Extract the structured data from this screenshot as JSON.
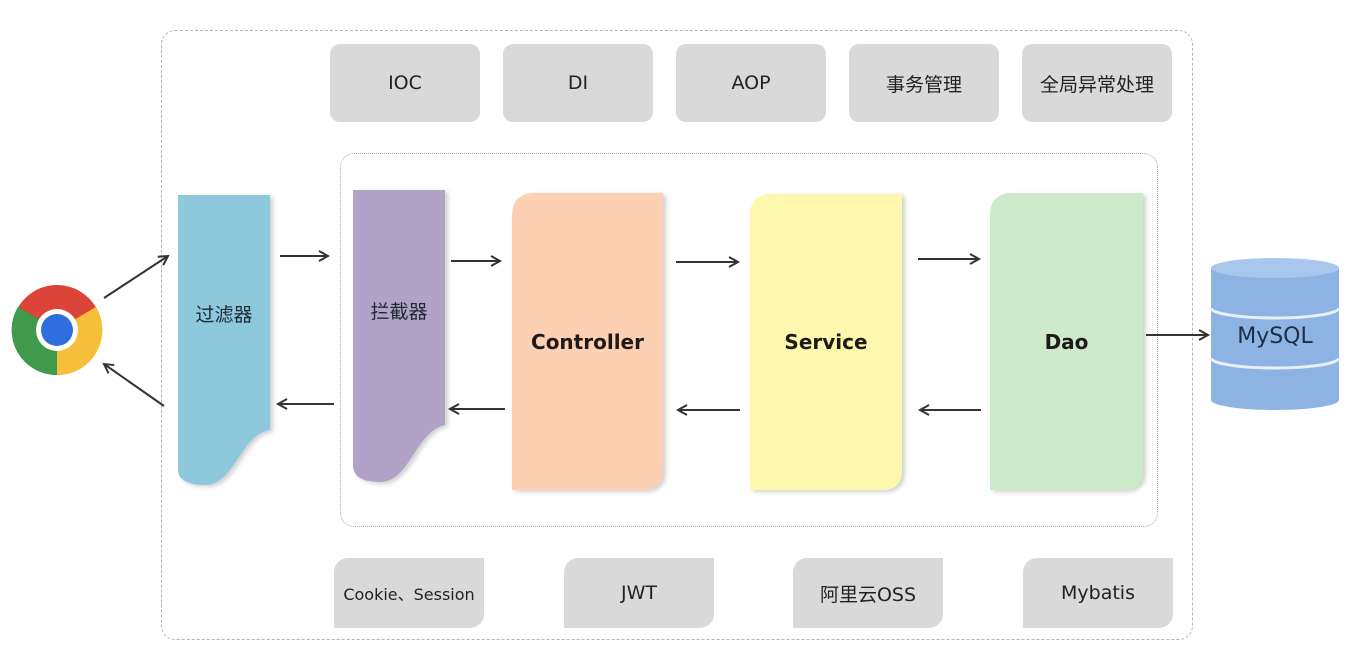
{
  "diagram": {
    "top_techs": [
      "IOC",
      "DI",
      "AOP",
      "事务管理",
      "全局异常处理"
    ],
    "bottom_techs": [
      "Cookie、Session",
      "JWT",
      "阿里云OSS",
      "Mybatis"
    ],
    "client": {
      "icon": "chrome-browser-icon"
    },
    "layers": {
      "filter": {
        "label": "过滤器",
        "color": "#8ec8dd"
      },
      "interceptor": {
        "label": "拦截器",
        "color": "#b1a2c8"
      },
      "controller": {
        "label": "Controller",
        "color": "#fcd1b3"
      },
      "service": {
        "label": "Service",
        "color": "#fdf8ad"
      },
      "dao": {
        "label": "Dao",
        "color": "#cdebca"
      }
    },
    "database": {
      "label": "MySQL",
      "color": "#8db3e2"
    }
  }
}
